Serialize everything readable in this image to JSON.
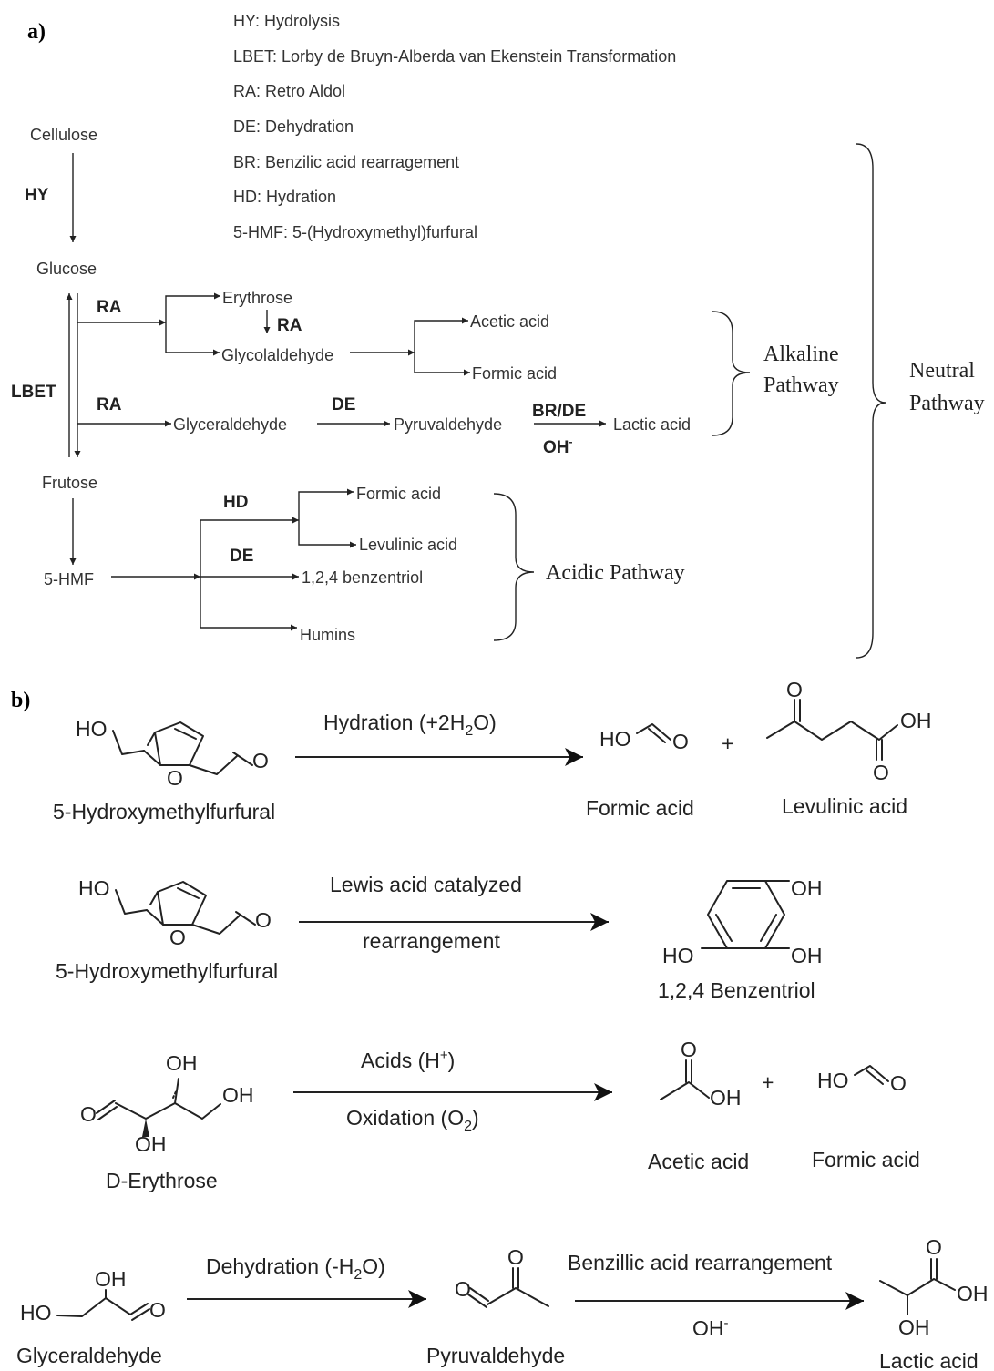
{
  "panel_a": {
    "label": "a)",
    "legend": [
      "HY: Hydrolysis",
      "LBET: Lorby de Bruyn-Alberda van Ekenstein Transformation",
      "RA: Retro Aldol",
      "DE: Dehydration",
      "BR: Benzilic acid rearragement",
      "HD: Hydration",
      "5-HMF: 5-(Hydroxymethyl)furfural"
    ],
    "nodes": {
      "cellulose": "Cellulose",
      "glucose": "Glucose",
      "frutose": "Frutose",
      "hmf": "5-HMF",
      "erythrose": "Erythrose",
      "glycolaldehyde": "Glycolaldehyde",
      "acetic_acid": "Acetic acid",
      "formic_acid_1": "Formic acid",
      "glyceraldehyde": "Glyceraldehyde",
      "pyruvaldehyde": "Pyruvaldehyde",
      "lactic_acid": "Lactic acid",
      "formic_acid_2": "Formic acid",
      "levulinic_acid": "Levulinic acid",
      "benzentriol": "1,2,4 benzentriol",
      "humins": "Humins"
    },
    "edge_labels": {
      "hy": "HY",
      "lbet": "LBET",
      "ra1": "RA",
      "ra2": "RA",
      "ra3": "RA",
      "de1": "DE",
      "br_de": "BR/DE",
      "oh": "OH",
      "oh_sup": "-",
      "hd": "HD",
      "de2": "DE"
    },
    "pathways": {
      "alkaline_1": "Alkaline",
      "alkaline_2": "Pathway",
      "neutral_1": "Neutral",
      "neutral_2": "Pathway",
      "acidic": "Acidic Pathway"
    }
  },
  "panel_b": {
    "label": "b)",
    "r1": {
      "reactant": "5-Hydroxymethylfurfural",
      "cond": "Hydration (+2H",
      "cond_sub": "2",
      "cond_end": "O)",
      "prod1": "Formic acid",
      "plus": "+",
      "prod2": "Levulinic acid"
    },
    "r2": {
      "reactant": "5-Hydroxymethylfurfural",
      "cond1": "Lewis acid catalyzed",
      "cond2": "rearrangement",
      "prod": "1,2,4 Benzentriol"
    },
    "r3": {
      "reactant": "D-Erythrose",
      "cond1": "Acids (H",
      "cond1_sup": "+",
      "cond1_end": ")",
      "cond2": "Oxidation (O",
      "cond2_sub": "2",
      "cond2_end": ")",
      "prod1": "Acetic acid",
      "plus": "+",
      "prod2": "Formic acid"
    },
    "r4": {
      "reactant": "Glyceraldehyde",
      "cond1": "Dehydration (-H",
      "cond1_sub": "2",
      "cond1_end": "O)",
      "mid": "Pyruvaldehyde",
      "cond2": "Benzillic acid rearrangement",
      "cond3": "OH",
      "cond3_sup": "-",
      "prod": "Lactic acid"
    },
    "atoms": {
      "HO": "HO",
      "OH": "OH",
      "O": "O"
    }
  }
}
